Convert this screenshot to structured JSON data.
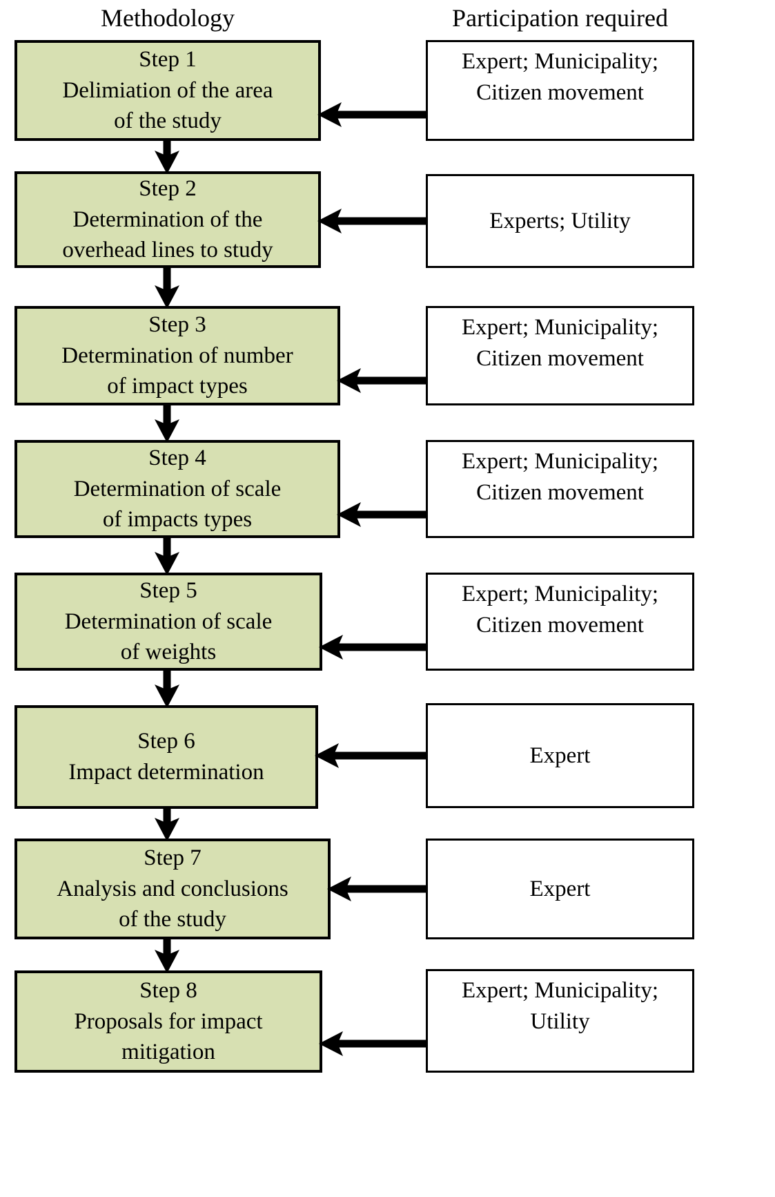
{
  "headers": {
    "methodology": "Methodology",
    "participation": "Participation required"
  },
  "colors": {
    "step_fill": "#d7e0b2",
    "participation_fill": "#ffffff",
    "border": "#000000",
    "arrow": "#000000"
  },
  "rows": [
    {
      "step_label": "Step 1",
      "step_lines": [
        "Delimiation of the area",
        "of the study"
      ],
      "participation_lines": [
        "Expert; Municipality;",
        "Citizen movement"
      ]
    },
    {
      "step_label": "Step 2",
      "step_lines": [
        "Determination of the",
        "overhead lines to study"
      ],
      "participation_lines": [
        "Experts; Utility"
      ]
    },
    {
      "step_label": "Step 3",
      "step_lines": [
        "Determination of number",
        "of impact types"
      ],
      "participation_lines": [
        "Expert; Municipality;",
        "Citizen movement"
      ]
    },
    {
      "step_label": "Step 4",
      "step_lines": [
        "Determination of scale",
        "of impacts types"
      ],
      "participation_lines": [
        "Expert; Municipality;",
        "Citizen movement"
      ]
    },
    {
      "step_label": "Step 5",
      "step_lines": [
        "Determination of scale",
        "of weights"
      ],
      "participation_lines": [
        "Expert; Municipality;",
        "Citizen movement"
      ]
    },
    {
      "step_label": "Step 6",
      "step_lines": [
        "Impact determination"
      ],
      "participation_lines": [
        "Expert"
      ]
    },
    {
      "step_label": "Step 7",
      "step_lines": [
        "Analysis and conclusions",
        "of the study"
      ],
      "participation_lines": [
        "Expert"
      ]
    },
    {
      "step_label": "Step 8",
      "step_lines": [
        "Proposals for impact",
        "mitigation"
      ],
      "participation_lines": [
        "Expert; Municipality;",
        "Utility"
      ]
    }
  ],
  "connectors": {
    "horizontal_arrow_count": 8,
    "vertical_arrow_count": 7,
    "horizontal_direction": "right-to-left",
    "vertical_direction": "top-to-bottom"
  }
}
